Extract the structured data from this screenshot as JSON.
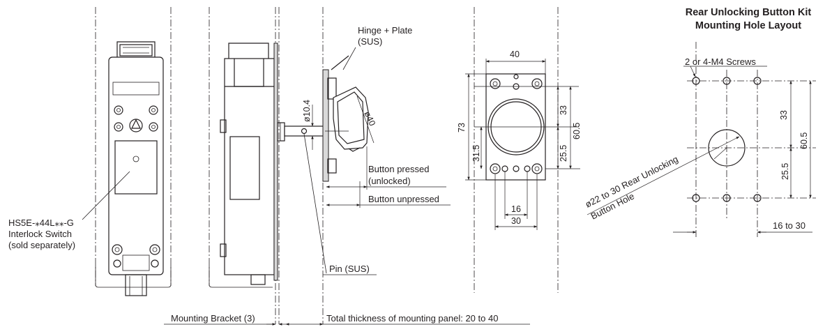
{
  "kit_title": {
    "line1": "Rear Unlocking Button Kit",
    "line2": "Mounting Hole Layout"
  },
  "labels": {
    "hinge_plate": "Hinge + Plate",
    "hinge_plate_material": "(SUS)",
    "pin": "Pin (SUS)",
    "button_pressed": "Button pressed",
    "button_pressed_state": "(unlocked)",
    "button_unpressed": "Button unpressed",
    "switch_model": "HS5E-⁎44L⁎⁎-G",
    "switch_name": "Interlock Switch",
    "switch_note": "(sold separately)",
    "mounting_bracket": "Mounting Bracket (3)",
    "panel_thickness": "Total thickness of mounting panel: 20 to 40",
    "screws": "2 or 4-M4 Screws",
    "hole_line1": "ø22 to 30 Rear Unlocking",
    "hole_line2": "Button Hole"
  },
  "dimensions": {
    "dia_10_4": "ø10.4",
    "dia_40": "ø40",
    "width_40": "40",
    "height_73": "73",
    "h_33_front": "33",
    "h_60_5_front": "60.5",
    "h_31_5": "31.5",
    "h_25_5_front": "25.5",
    "w_16": "16",
    "w_30": "30",
    "h_33_layout": "33",
    "h_60_5_layout": "60.5",
    "h_25_5_layout": "25.5",
    "w_16_to_30": "16 to 30"
  }
}
